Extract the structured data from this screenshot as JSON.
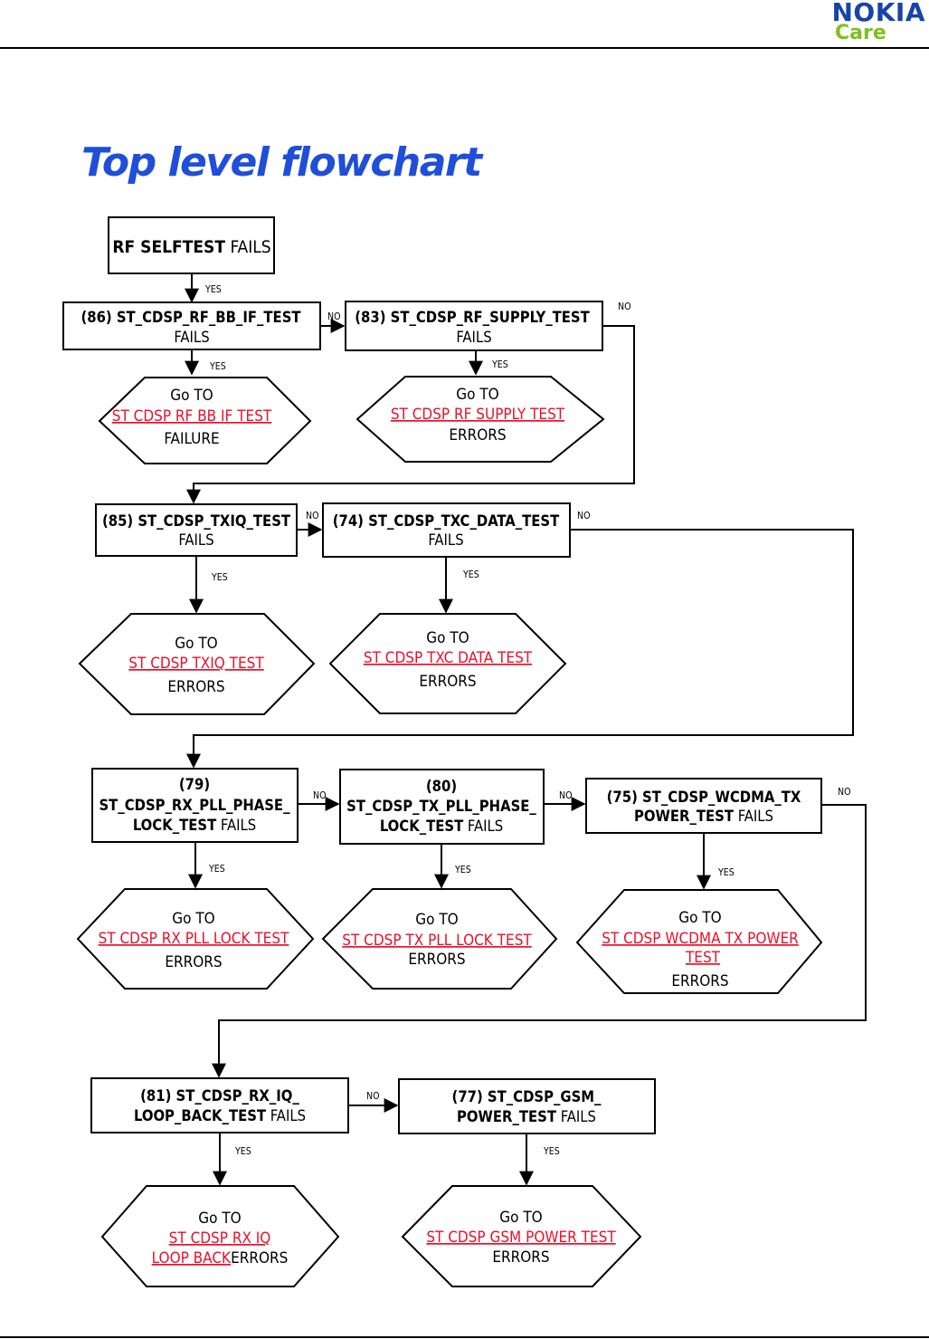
{
  "header": {
    "logo_brand": "NOKIA",
    "logo_sub": "Care"
  },
  "page_title": "Top level flowchart",
  "colors": {
    "title": "#1f4ed8",
    "brand_blue": "#1844a8",
    "brand_green": "#7fbf1f",
    "link_red": "#e8102a"
  },
  "boxes": {
    "selftest": {
      "bold": "RF SELFTEST",
      "normal": " FAILS"
    },
    "t86": {
      "line1": "(86) ST_CDSP_RF_BB_IF_TEST",
      "line2": "FAILS"
    },
    "t83": {
      "line1": "(83) ST_CDSP_RF_SUPPLY_TEST",
      "line2": "FAILS"
    },
    "t85": {
      "line1": "(85) ST_CDSP_TXIQ_TEST",
      "line2": "FAILS"
    },
    "t74": {
      "line1": "(74) ST_CDSP_TXC_DATA_TEST",
      "line2": "FAILS"
    },
    "t79": {
      "line1": "(79)",
      "line2": "ST_CDSP_RX_PLL_PHASE_",
      "line3_bold": "LOCK_TEST",
      "line3_normal": " FAILS"
    },
    "t80": {
      "line1": "(80)",
      "line2": "ST_CDSP_TX_PLL_PHASE_",
      "line3_bold": "LOCK_TEST",
      "line3_normal": " FAILS"
    },
    "t75": {
      "line1": "(75) ST_CDSP_WCDMA_TX",
      "line2_bold": "POWER_TEST",
      "line2_normal": "  FAILS"
    },
    "t81": {
      "line1": "(81) ST_CDSP_RX_IQ_",
      "line2_bold": "LOOP_BACK_TEST",
      "line2_normal": "  FAILS"
    },
    "t77": {
      "line1": "(77) ST_CDSP_GSM_",
      "line2_bold": "POWER_TEST",
      "line2_normal": "  FAILS"
    }
  },
  "hexes": {
    "h86": {
      "goto": "Go TO",
      "link": "ST CDSP RF BB IF TEST",
      "tail": "FAILURE"
    },
    "h83": {
      "goto": "Go TO",
      "link": "ST CDSP RF SUPPLY TEST",
      "tail": "ERRORS"
    },
    "h85": {
      "goto": "Go TO",
      "link": "ST CDSP TXIQ TEST",
      "tail": "ERRORS"
    },
    "h74": {
      "goto": "Go TO",
      "link": "ST CDSP TXC DATA TEST",
      "tail": "ERRORS"
    },
    "h79": {
      "goto": "Go TO",
      "link": "ST CDSP RX PLL LOCK TEST",
      "tail": "ERRORS"
    },
    "h80": {
      "goto": "Go TO",
      "link": "ST CDSP TX PLL LOCK TEST",
      "tail": "ERRORS"
    },
    "h75": {
      "goto": "Go TO",
      "link": "ST CDSP WCDMA TX POWER",
      "link2": "TEST",
      "tail": "ERRORS"
    },
    "h81": {
      "goto": "Go TO",
      "link": "ST CDSP RX IQ",
      "link2": "LOOP BACK",
      "tail": "ERRORS"
    },
    "h77": {
      "goto": "Go TO",
      "link": "ST CDSP GSM POWER TEST",
      "tail": "ERRORS"
    }
  },
  "labels": {
    "yes": "YES",
    "no": "NO"
  }
}
